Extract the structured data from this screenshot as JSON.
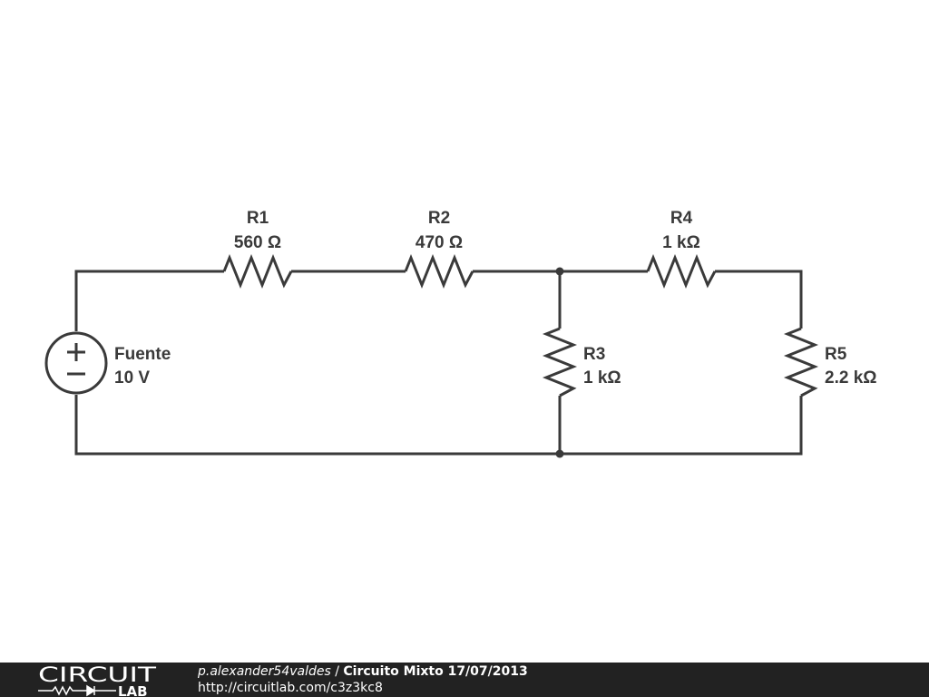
{
  "components": {
    "source": {
      "name": "Fuente",
      "value": "10 V"
    },
    "r1": {
      "name": "R1",
      "value": "560 Ω"
    },
    "r2": {
      "name": "R2",
      "value": "470 Ω"
    },
    "r3": {
      "name": "R3",
      "value": "1 kΩ"
    },
    "r4": {
      "name": "R4",
      "value": "1 kΩ"
    },
    "r5": {
      "name": "R5",
      "value": "2.2 kΩ"
    }
  },
  "footer": {
    "logo_top": "CIRCUIT",
    "logo_bottom": "LAB",
    "author": "p.alexander54valdes",
    "separator": " / ",
    "title": "Circuito Mixto 17/07/2013",
    "url": "http://circuitlab.com/c3z3kc8"
  },
  "colors": {
    "wire": "#3a3a3a",
    "footer_bg": "#222222",
    "footer_text": "#ffffff"
  }
}
